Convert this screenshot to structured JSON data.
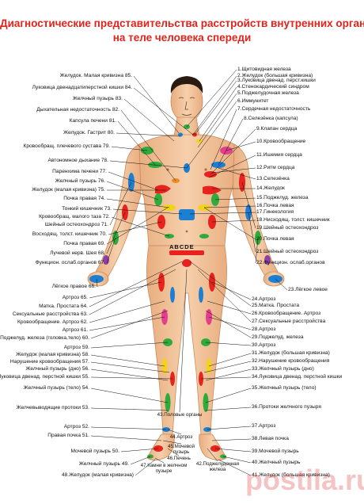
{
  "title": {
    "line1": "Диагностические представительства расстройств внутренних органов",
    "line2": "на теле человека спереди"
  },
  "code_letters": "ABCDE",
  "watermark": "postila.ru",
  "colors": {
    "title": "#e0241b",
    "skin": "#f2c49c",
    "skin_shadow": "#d99a6c",
    "hair": "#2a1a10",
    "zone_red": "#e8221c",
    "zone_green": "#2faa3b",
    "zone_blue": "#1d7fd1",
    "zone_orange": "#f08a1c",
    "zone_purple": "#8d3fa8",
    "zone_pink": "#e33f8c",
    "zone_yellow": "#f2d21b"
  },
  "labels_left": [
    "Желудок. Малая кривизна 85.",
    "Луковица двенадцатиперстной кишки 84.",
    "Желчный пузырь 83.",
    "Дыхательная недостаточность 82.",
    "Капсула печени 81.",
    "Желудок. Гастрит 80.",
    "Кровообращ. плечевого сустава 79.",
    "Автономное дыхание 78.",
    "Паренхима печени 77.",
    "Желчный пузырь 76.",
    "Желудок (малая кривизна) 75.",
    "Почка правая 74.",
    "Тонкий кишечник 73.",
    "Кровообращ. малого таза 72.",
    "Шейный остеохондроз 71.",
    "Восходящ. толст. кишечник 70.",
    "Почка правая 69.",
    "Лучевой нерв. Шея 68.",
    "Функцион. ослаб.органов 67.",
    "Лёгкое правое 66.",
    "Артроз 65.",
    "Матка. Простата 64.",
    "Сексуальные расстройства 63.",
    "Кровообращение. Артроз 62.",
    "Артроз 61.",
    "Поджелуд. железа (головка,тело) 60.",
    "Артроз 59.",
    "Желудок (малая кривизна) 58.",
    "Нарушение кровообращения 57.",
    "Желчный пузырь (дно) 56.",
    "Луковица двенад. перстной кишки 55.",
    "Желчный пузырь (тело) 54.",
    "Желчевыводящие протоки 53.",
    "Артроз 52.",
    "Правая почка 51.",
    "Мочевой пузырь 50.",
    "Желчный пузырь 49.",
    "48.Желудок (малая кривизна)"
  ],
  "labels_right": [
    "1.Щитовидная железа",
    "2.Желудок (большая кривизна)",
    "3.Луковица двенад. перст.кишки",
    "4.Стенокардический синдром",
    "5.Поджелудочная железа",
    "6.Иммунитет",
    "7.Сердечная недостаточность",
    "8.Селезёнка (капсула)",
    "9.Клапан сердца",
    "10.Кровообращение",
    "11.Ишемия сердца",
    "12.Ритм сердца",
    "13.Селезёнка",
    "14.Желудок",
    "15.Поджелуд. железа",
    "16.Почка левая",
    "17.Гинекология",
    "18.Нисходящ. толст. кишечник",
    "19.Шейный остеохондроз",
    "20.Почка левая",
    "21.Шейный остеохондроз",
    "22.Функцион. ослаб.органов",
    "23.Лёгкое левое",
    "24.Артроз",
    "25.Матка. Простата",
    "26.Кровообращение. Артроз",
    "27.Сексуальные расстройства",
    "28.Артроз",
    "29.Поджелуд. железа",
    "30.Артроз",
    "31.Желудок (большая кривизна)",
    "32.Нарушение кровообращения",
    "33.Желчный пузырь (дно)",
    "34.Луковица двенад. перстной кишки",
    "35.Желчный пузырь (тело)",
    "36.Протоки желчного пузыря",
    "37.Артроз",
    "38.Левая почка",
    "39.Мочевой пузырь",
    "40.Желчный пузырь",
    "41.Желудок (большая кривизна)"
  ],
  "labels_bottom": [
    "43.Половые органы",
    "44.Артроз",
    "45.Мочевой пузырь",
    "46.Печень",
    "47.Камни в желчном пузыре",
    "42.Поджелудочная железа"
  ]
}
